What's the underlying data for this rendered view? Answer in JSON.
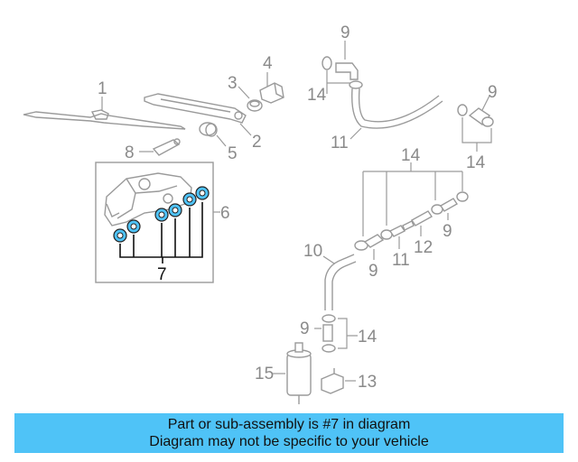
{
  "diagram": {
    "callouts": {
      "c1": "1",
      "c2": "2",
      "c3": "3",
      "c4": "4",
      "c5": "5",
      "c6": "6",
      "c7": "7",
      "c8": "8",
      "c9a": "9",
      "c9b": "9",
      "c9c": "9",
      "c9d": "9",
      "c9e": "9",
      "c10": "10",
      "c11a": "11",
      "c11b": "11",
      "c12": "12",
      "c13": "13",
      "c14a": "14",
      "c14b": "14",
      "c14c": "14",
      "c14d": "14",
      "c15": "15"
    },
    "highlight_color": "#4fc3f7"
  },
  "banner": {
    "line1": "Part or sub-assembly is #7 in diagram",
    "line2": "Diagram may not be specific to your vehicle"
  }
}
